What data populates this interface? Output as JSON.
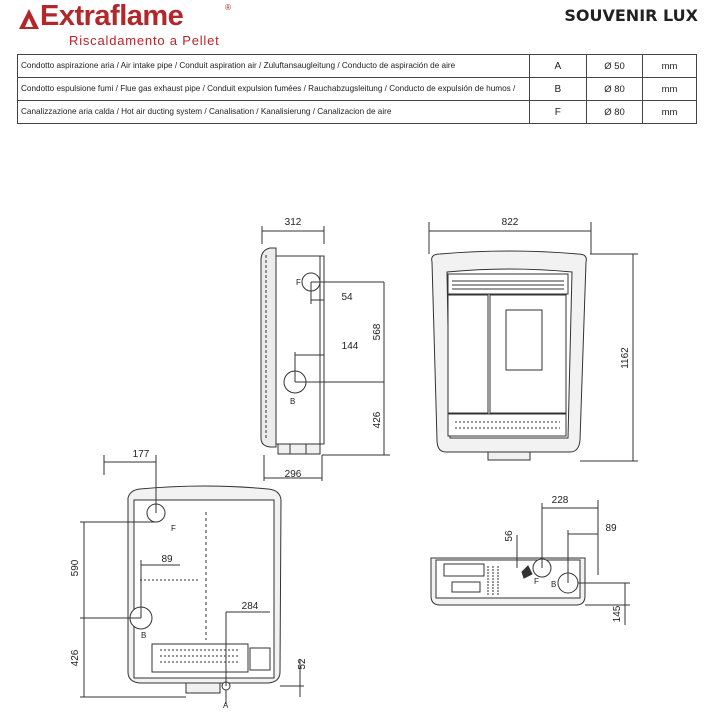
{
  "brand": {
    "name": "Extraflame",
    "registered": "®",
    "tagline": "Riscaldamento a Pellet",
    "color": "#b3262a"
  },
  "model": "SOUVENIR LUX",
  "spec_table": [
    {
      "description": "Condotto aspirazione aria / Air intake pipe / Conduit aspiration air / Zuluftansaugleitung / Conducto de aspiración de aire",
      "code": "A",
      "diameter": "Ø 50",
      "unit": "mm"
    },
    {
      "description": "Condotto espulsione fumi / Flue gas exhaust pipe / Conduit expulsion fumées / Rauchabzugsleitung / Conducto de expulsión de humos /",
      "code": "B",
      "diameter": "Ø 80",
      "unit": "mm"
    },
    {
      "description": "Canalizzazione aria calda / Hot air ducting system / Canalisation / Kanalisierung / Canalizacion de aire",
      "code": "F",
      "diameter": "Ø 80",
      "unit": "mm"
    }
  ],
  "side_view": {
    "dims": {
      "depth_top": "312",
      "depth_bottom": "296",
      "f_offset": "54",
      "b_offset": "144",
      "between": "568",
      "b_height": "426"
    },
    "labels": {
      "f": "F",
      "b": "B"
    }
  },
  "front_view": {
    "dims": {
      "width": "822",
      "height": "1162"
    }
  },
  "rear_view": {
    "dims": {
      "f_x": "177",
      "f_height": "590",
      "b_offset": "89",
      "b_height": "426",
      "a_offset": "284",
      "a_height": "52"
    },
    "labels": {
      "f": "F",
      "b": "B",
      "a": "A"
    }
  },
  "top_view": {
    "dims": {
      "f_dist": "228",
      "b_dist": "89",
      "f_depth": "56",
      "b_depth": "145"
    },
    "labels": {
      "f": "F",
      "b": "B"
    }
  }
}
